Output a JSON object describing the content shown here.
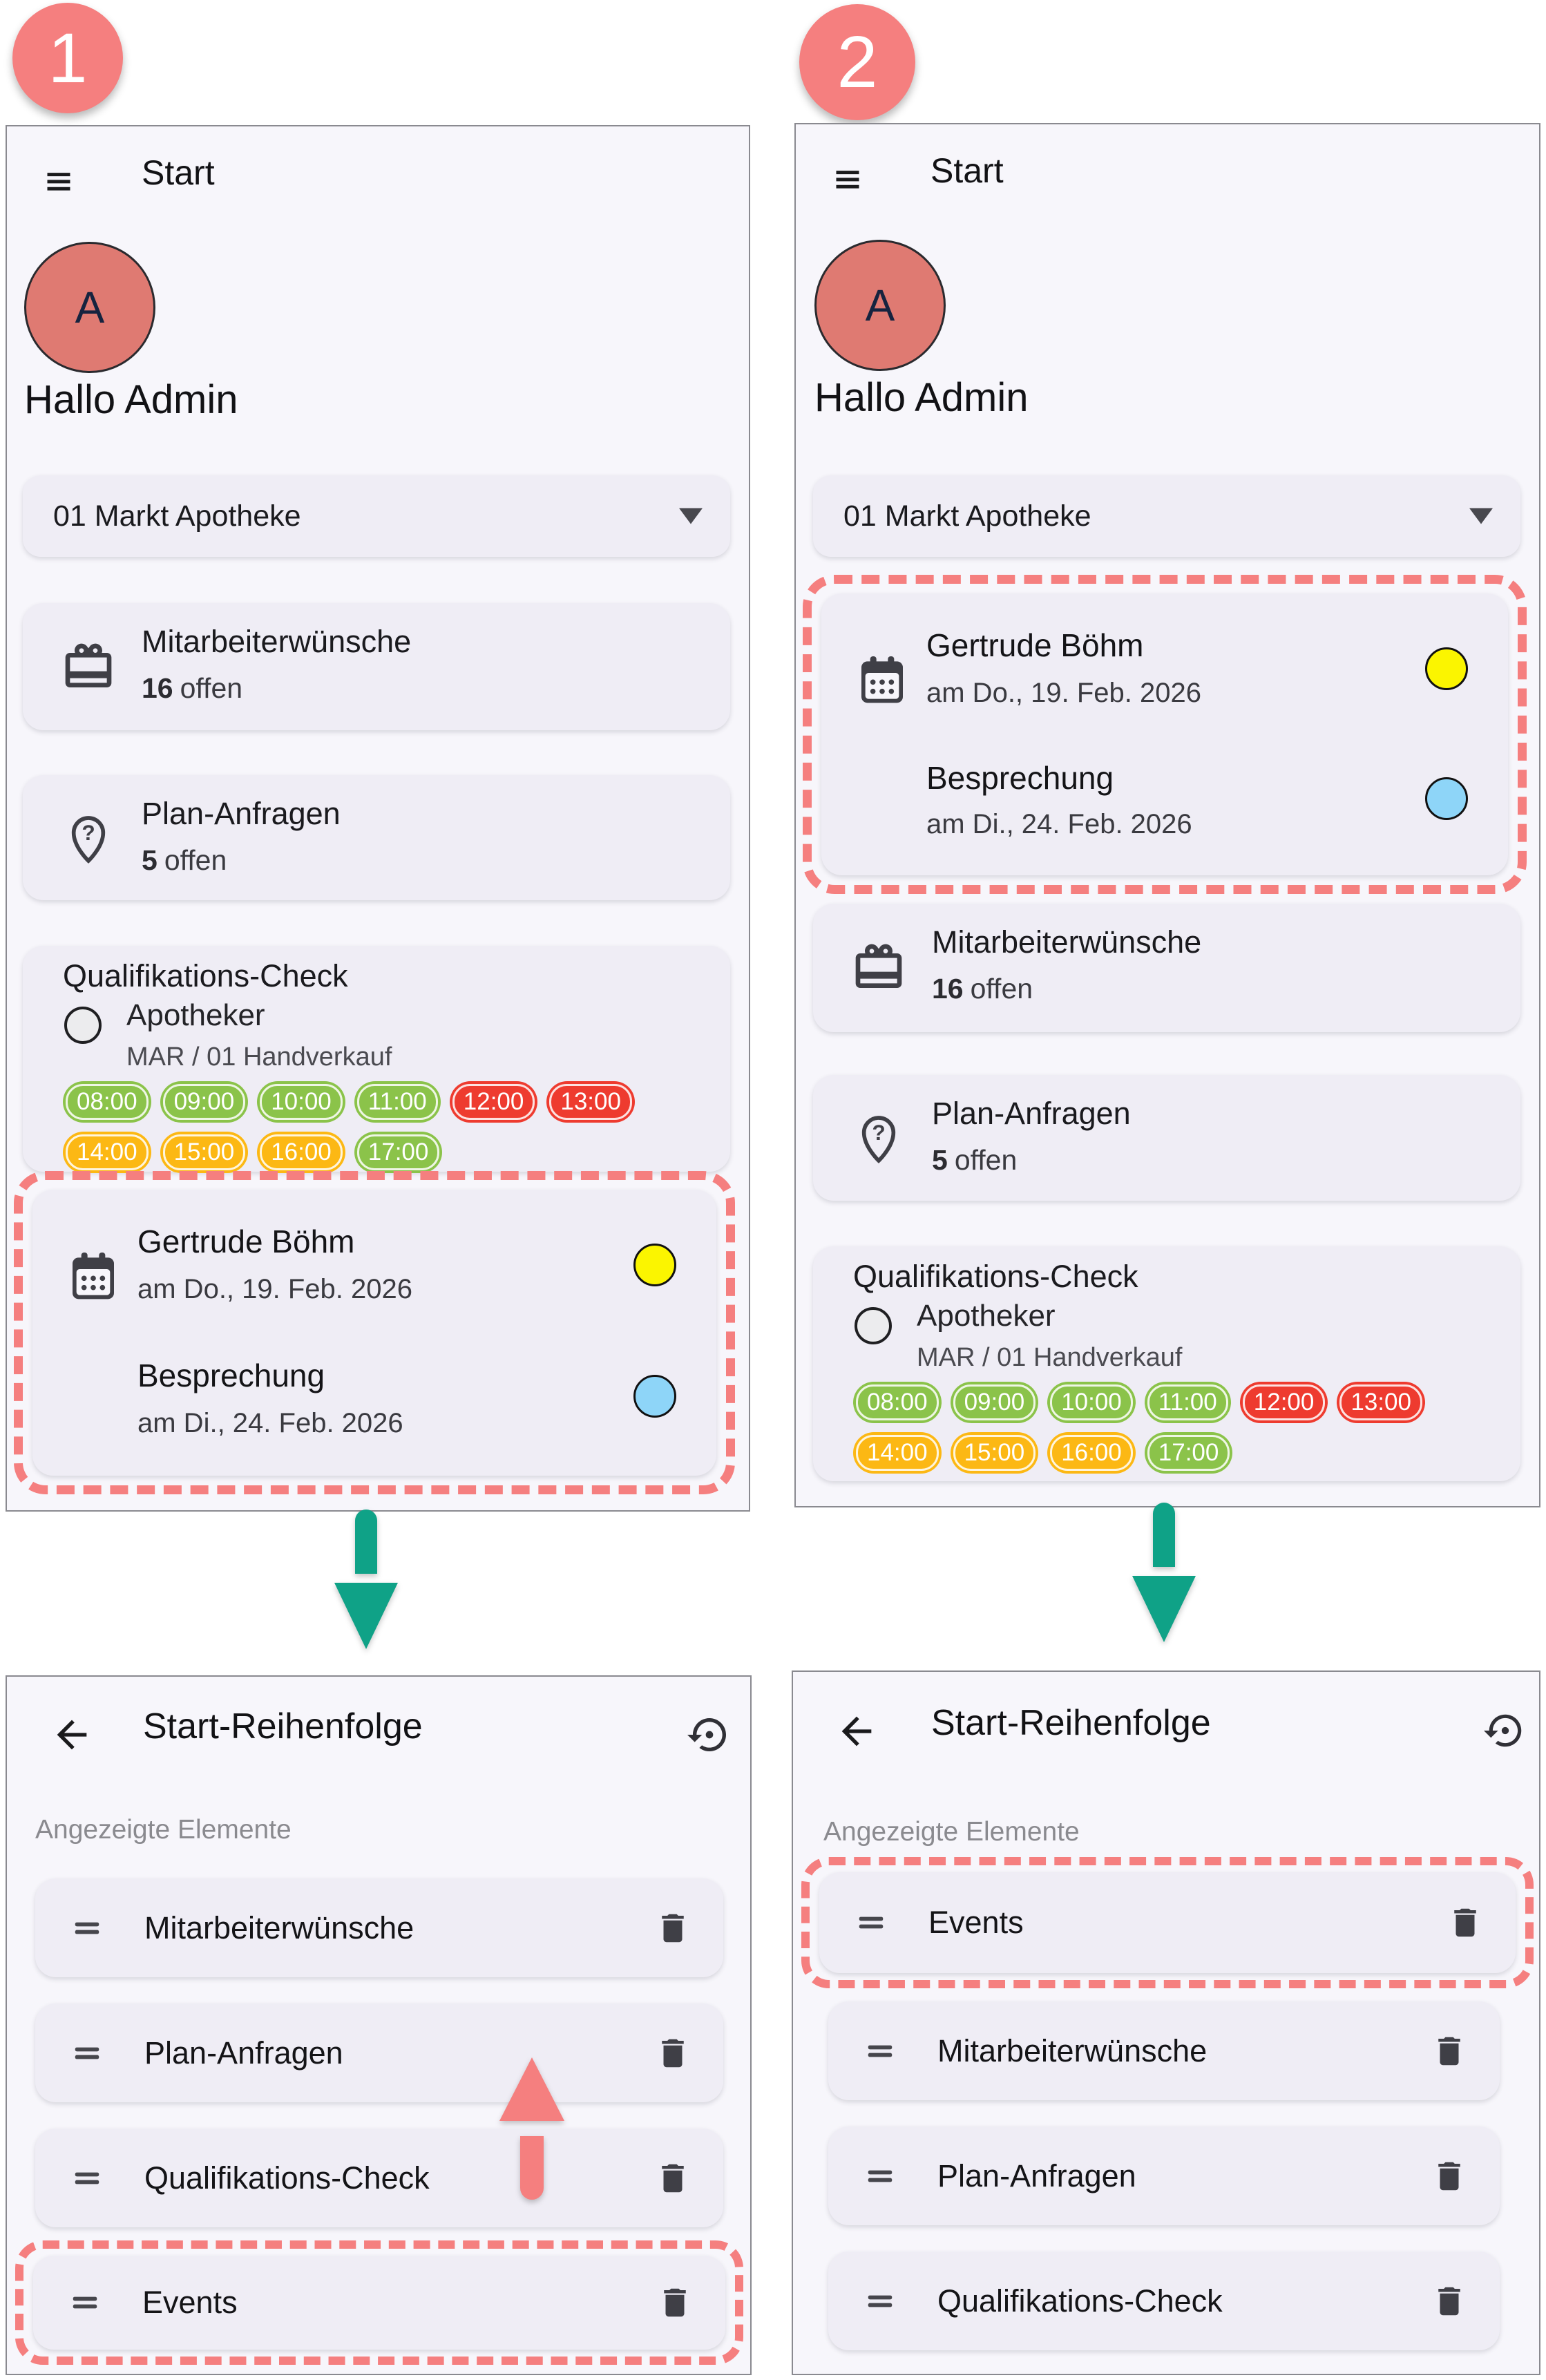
{
  "badges": {
    "step1": "1",
    "step2": "2"
  },
  "colors": {
    "highlight": "#F57F7F",
    "flow_arrow": "#0FA287",
    "avatar": "#DF7A72"
  },
  "home": {
    "app_bar_title": "Start",
    "avatar_letter": "A",
    "greeting": "Hallo Admin",
    "store_selector": {
      "value": "01 Markt Apotheke"
    },
    "cards": {
      "wishes": {
        "title": "Mitarbeiterwünsche",
        "count": "16",
        "count_suffix": "offen"
      },
      "plan_requests": {
        "title": "Plan-Anfragen",
        "count": "5",
        "count_suffix": "offen"
      },
      "qualification": {
        "title": "Qualifikations-Check",
        "role": "Apotheker",
        "department": "MAR / 01 Handverkauf",
        "time_slots": [
          {
            "label": "08:00",
            "color": "#8BC34A"
          },
          {
            "label": "09:00",
            "color": "#8BC34A"
          },
          {
            "label": "10:00",
            "color": "#8BC34A"
          },
          {
            "label": "11:00",
            "color": "#8BC34A"
          },
          {
            "label": "12:00",
            "color": "#EE3B2F"
          },
          {
            "label": "13:00",
            "color": "#EE3B2F"
          },
          {
            "label": "14:00",
            "color": "#FCB814"
          },
          {
            "label": "15:00",
            "color": "#FCB814"
          },
          {
            "label": "16:00",
            "color": "#FCB814"
          },
          {
            "label": "17:00",
            "color": "#8BC34A"
          }
        ]
      }
    },
    "events": [
      {
        "title": "Gertrude Böhm",
        "date": "am Do., 19. Feb. 2026",
        "dot_color": "#FBF500"
      },
      {
        "title": "Besprechung",
        "date": "am Di., 24. Feb. 2026",
        "dot_color": "#8ED5F8"
      }
    ]
  },
  "order_screen": {
    "title": "Start-Reihenfolge",
    "section_label": "Angezeigte Elemente",
    "before": [
      "Mitarbeiterwünsche",
      "Plan-Anfragen",
      "Qualifikations-Check",
      "Events"
    ],
    "after": [
      "Events",
      "Mitarbeiterwünsche",
      "Plan-Anfragen",
      "Qualifikations-Check"
    ]
  },
  "icons": {
    "plan_question": "?"
  }
}
